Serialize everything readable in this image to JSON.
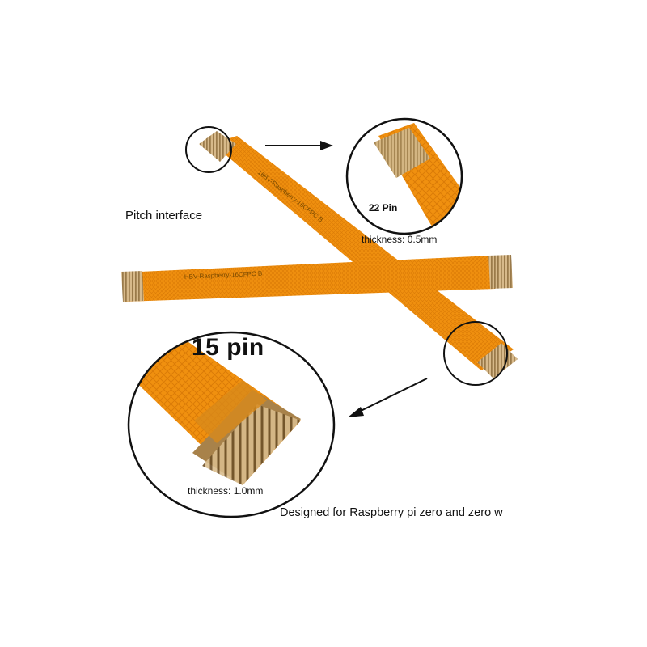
{
  "labels": {
    "pitch_interface": "Pitch interface",
    "pin22": "22 Pin",
    "thickness_05": "thickness: 0.5mm",
    "pin15": "15 pin",
    "thickness_10": "thickness: 1.0mm",
    "designed_for": "Designed for Raspberry pi zero and zero w"
  },
  "cable_print": {
    "diagonal": "16BV-Raspberry-16CFPC  B",
    "horizontal": "HBV-Raspberry-16CFPC  B"
  },
  "colors": {
    "cable_orange": "#f0900f",
    "cable_dark": "#c96a00",
    "contact_gold": "#c8a86a",
    "contact_dark": "#8a6a3a",
    "outline": "#111111",
    "background": "#ffffff"
  }
}
